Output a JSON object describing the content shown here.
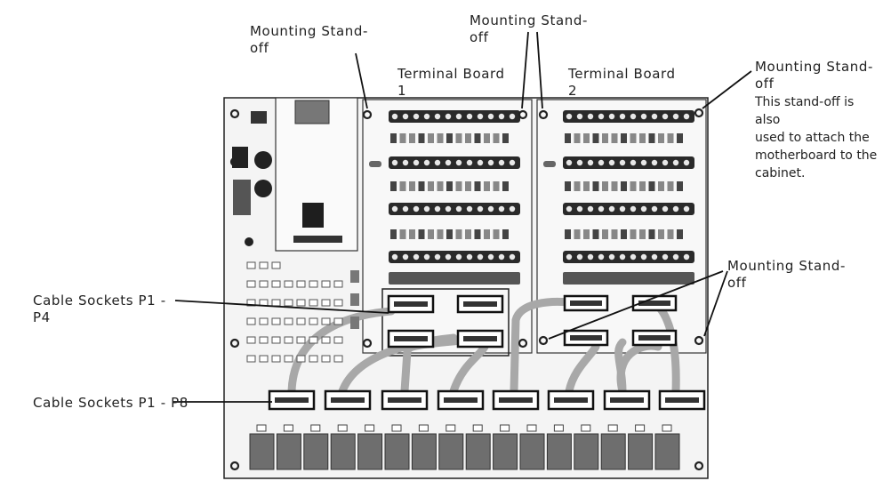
{
  "labels": {
    "mounting_standoff_1": "Mounting Stand-\noff",
    "mounting_standoff_2": "Mounting Stand-\noff",
    "mounting_standoff_3": "Mounting Stand-\noff",
    "mounting_standoff_4": "Mounting Stand-\noff",
    "standoff_note": "This stand-off is also\nused to attach the\nmotherboard to the\ncabinet.",
    "terminal_board_1": "Terminal Board\n1",
    "terminal_board_2": "Terminal Board\n2",
    "cable_sockets_p1_p4": "Cable Sockets P1 -\nP4",
    "cable_sockets_p1_p8": "Cable Sockets P1 - P8"
  },
  "colors": {
    "board_fill": "#f4f4f4",
    "outline": "#222222",
    "cable": "#a8a8a8",
    "relay": "#6e6e6e",
    "terminal": "#2a2a2a"
  }
}
